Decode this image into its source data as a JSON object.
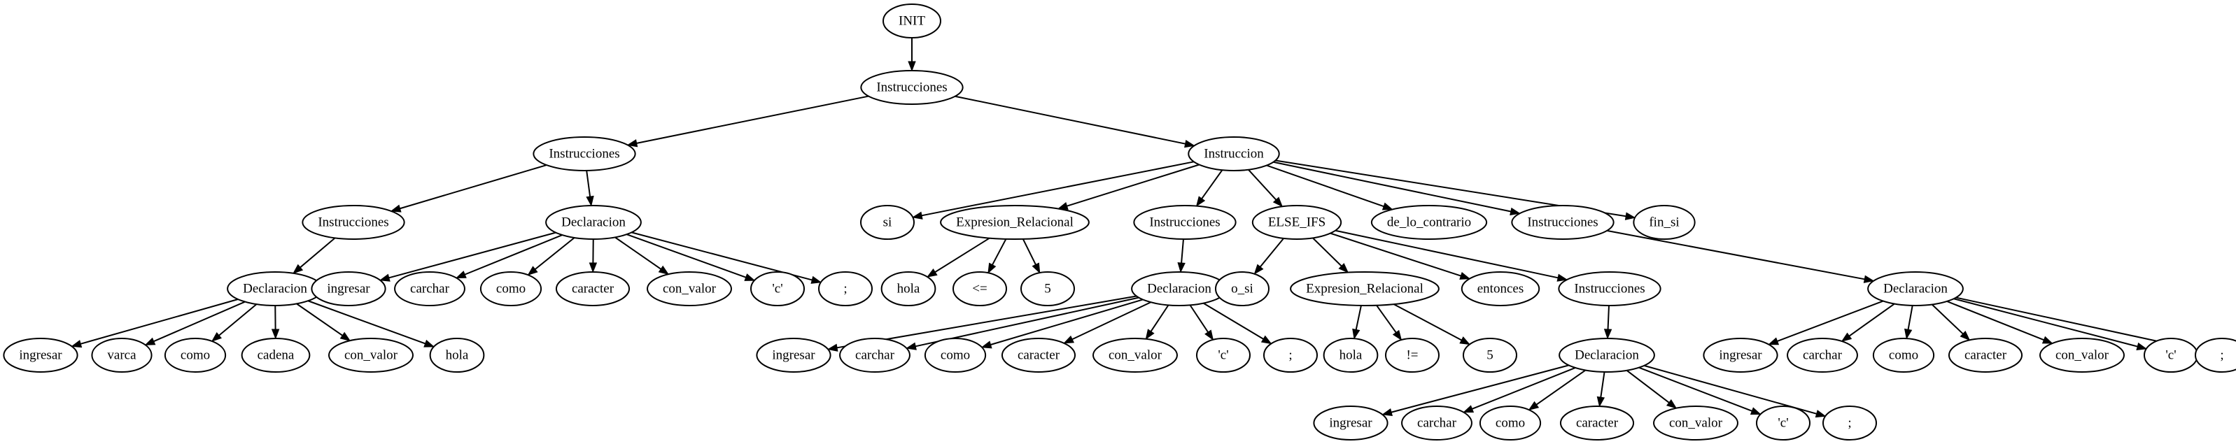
{
  "tree": {
    "id": "n0",
    "label": "INIT",
    "children": [
      {
        "id": "n1",
        "label": "Instrucciones",
        "children": [
          {
            "id": "n2",
            "label": "Instrucciones",
            "children": [
              {
                "id": "n3",
                "label": "Instrucciones",
                "children": [
                  {
                    "id": "n4",
                    "label": "Declaracion",
                    "children": [
                      {
                        "id": "n5",
                        "label": "ingresar"
                      },
                      {
                        "id": "n6",
                        "label": "varca"
                      },
                      {
                        "id": "n7",
                        "label": "como"
                      },
                      {
                        "id": "n8",
                        "label": "cadena"
                      },
                      {
                        "id": "n9",
                        "label": "con_valor"
                      },
                      {
                        "id": "n10",
                        "label": "hola"
                      }
                    ]
                  }
                ]
              },
              {
                "id": "n11",
                "label": "Declaracion",
                "children": [
                  {
                    "id": "n12",
                    "label": "ingresar"
                  },
                  {
                    "id": "n13",
                    "label": "carchar"
                  },
                  {
                    "id": "n14",
                    "label": "como"
                  },
                  {
                    "id": "n15",
                    "label": "caracter"
                  },
                  {
                    "id": "n16",
                    "label": "con_valor"
                  },
                  {
                    "id": "n17",
                    "label": "'c'"
                  },
                  {
                    "id": "n18",
                    "label": ";"
                  }
                ]
              }
            ]
          },
          {
            "id": "n19",
            "label": "Instruccion",
            "children": [
              {
                "id": "n20",
                "label": "si"
              },
              {
                "id": "n21",
                "label": "Expresion_Relacional",
                "children": [
                  {
                    "id": "n22",
                    "label": "hola"
                  },
                  {
                    "id": "n23",
                    "label": "<="
                  },
                  {
                    "id": "n24",
                    "label": "5"
                  }
                ]
              },
              {
                "id": "n25",
                "label": "Instrucciones",
                "children": [
                  {
                    "id": "n26",
                    "label": "Declaracion",
                    "children": [
                      {
                        "id": "n27",
                        "label": "ingresar"
                      },
                      {
                        "id": "n28",
                        "label": "carchar"
                      },
                      {
                        "id": "n29",
                        "label": "como"
                      },
                      {
                        "id": "n30",
                        "label": "caracter"
                      },
                      {
                        "id": "n31",
                        "label": "con_valor"
                      },
                      {
                        "id": "n32",
                        "label": "'c'"
                      },
                      {
                        "id": "n33",
                        "label": ";"
                      }
                    ]
                  }
                ]
              },
              {
                "id": "n34",
                "label": "ELSE_IFS",
                "children": [
                  {
                    "id": "n35",
                    "label": "o_si"
                  },
                  {
                    "id": "n36",
                    "label": "Expresion_Relacional",
                    "children": [
                      {
                        "id": "n37",
                        "label": "hola"
                      },
                      {
                        "id": "n38",
                        "label": "!="
                      },
                      {
                        "id": "n39",
                        "label": "5"
                      }
                    ]
                  },
                  {
                    "id": "n40",
                    "label": "entonces"
                  },
                  {
                    "id": "n41",
                    "label": "Instrucciones",
                    "children": [
                      {
                        "id": "n42",
                        "label": "Declaracion",
                        "children": [
                          {
                            "id": "n43",
                            "label": "ingresar"
                          },
                          {
                            "id": "n44",
                            "label": "carchar"
                          },
                          {
                            "id": "n45",
                            "label": "como"
                          },
                          {
                            "id": "n46",
                            "label": "caracter"
                          },
                          {
                            "id": "n47",
                            "label": "con_valor"
                          },
                          {
                            "id": "n48",
                            "label": "'c'"
                          },
                          {
                            "id": "n49",
                            "label": ";"
                          }
                        ]
                      }
                    ]
                  }
                ]
              },
              {
                "id": "n50",
                "label": "de_lo_contrario"
              },
              {
                "id": "n51",
                "label": "Instrucciones",
                "children": [
                  {
                    "id": "n52",
                    "label": "Declaracion",
                    "children": [
                      {
                        "id": "n53",
                        "label": "ingresar"
                      },
                      {
                        "id": "n54",
                        "label": "carchar"
                      },
                      {
                        "id": "n55",
                        "label": "como"
                      },
                      {
                        "id": "n56",
                        "label": "caracter"
                      },
                      {
                        "id": "n57",
                        "label": "con_valor"
                      },
                      {
                        "id": "n58",
                        "label": "'c'"
                      },
                      {
                        "id": "n59",
                        "label": ";"
                      }
                    ]
                  }
                ]
              },
              {
                "id": "n60",
                "label": "fin_si"
              }
            ]
          }
        ]
      }
    ]
  }
}
